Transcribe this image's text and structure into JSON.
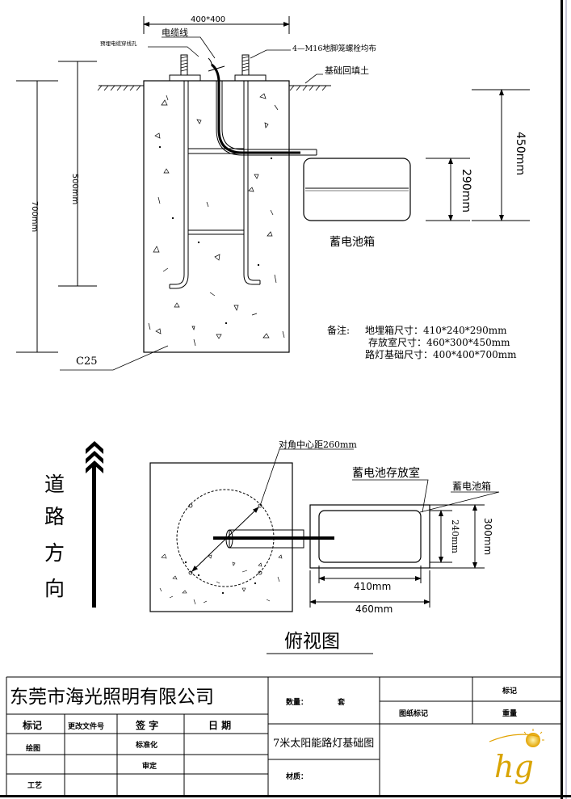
{
  "elevation": {
    "top_width": "400*400",
    "preburied_hole": "预埋电缆穿线孔",
    "cable": "电缆线",
    "bolts": "4—M16地脚笼螺栓均布",
    "backfill": "基础回填土",
    "depth_total": "700mm",
    "depth_bolt": "500mm",
    "concrete": "C25",
    "box_outer_height": "450mm",
    "box_inner_height": "290mm",
    "battery_box": "蓄电池箱",
    "notes": {
      "label": "备注:",
      "line1": "地埋箱尺寸：410*240*290mm",
      "line2": "存放室尺寸：460*300*450mm",
      "line3": "路灯基础尺寸：400*400*700mm"
    }
  },
  "plan": {
    "direction": [
      "道",
      "路",
      "方",
      "向"
    ],
    "diagonal": "对角中心距260mm",
    "storage_room": "蓄电池存放室",
    "battery_box": "蓄电池箱",
    "inner_width": "410mm",
    "outer_width": "460mm",
    "inner_depth": "240mm",
    "outer_depth": "300mm",
    "title": "俯视图"
  },
  "titleblock": {
    "company": "东莞市海光照明有限公司",
    "quantity_label": "数量：",
    "quantity_unit": "套",
    "mark_col": "标记",
    "change_doc": "更改文件号",
    "sign": "签 字",
    "date": "日 期",
    "drawing": "绘图",
    "standard": "标准化",
    "review": "审定",
    "process": "工艺",
    "drawing_title": "7米太阳能路灯基础图",
    "material": "材质：",
    "drawing_mark": "图纸标记",
    "mark_right": "标记",
    "weight": "重量",
    "logo": "hg"
  }
}
